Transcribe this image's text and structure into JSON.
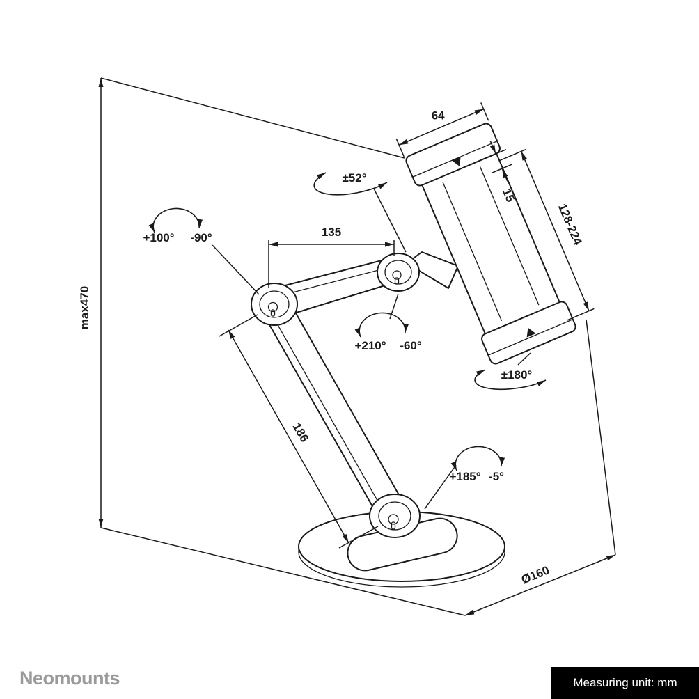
{
  "drawing": {
    "dims": {
      "max_height": "max470",
      "upper_arm_length": "135",
      "lower_arm_length": "186",
      "holder_width": "64",
      "clamp_depth": "15",
      "holder_height_range": "128-224",
      "base_diameter": "Ø160"
    },
    "angles": {
      "upper_joint_tilt": "±52°",
      "elbow_plus": "+100°",
      "elbow_minus": "-90°",
      "wrist_plus": "+210°",
      "wrist_minus": "-60°",
      "holder_rotation": "±180°",
      "base_plus": "+185°",
      "base_minus": "-5°"
    }
  },
  "footer": {
    "brand": "Neomounts",
    "measuring_note": "Measuring unit: mm"
  },
  "colors": {
    "line": "#1a1a1a",
    "brand_gray": "#9a9a9a",
    "note_bg": "#000000",
    "note_text": "#ffffff"
  }
}
